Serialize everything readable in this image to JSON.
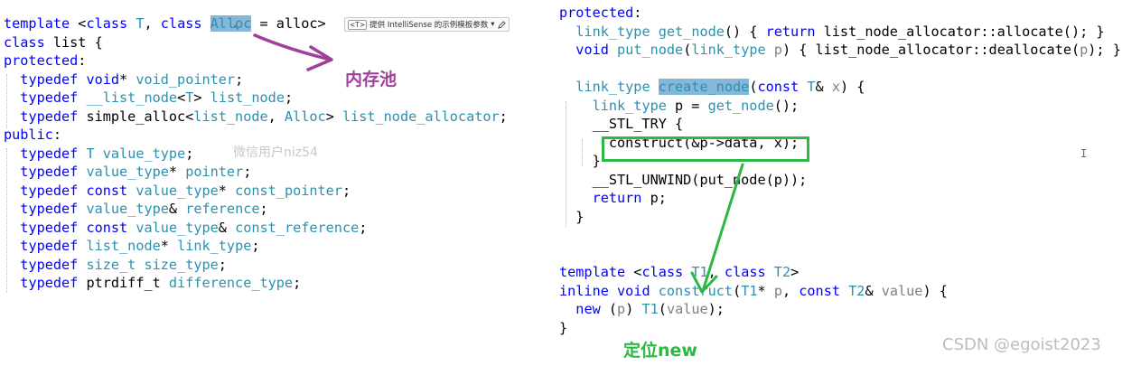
{
  "left_code": {
    "lines": [
      [
        {
          "t": "template",
          "c": "kw"
        },
        {
          "t": " <"
        },
        {
          "t": "class",
          "c": "kw"
        },
        {
          "t": " "
        },
        {
          "t": "T",
          "c": "ty"
        },
        {
          "t": ", "
        },
        {
          "t": "class",
          "c": "kw"
        },
        {
          "t": " "
        },
        {
          "t": "Alloc",
          "c": "ty hl"
        },
        {
          "t": " = alloc>"
        }
      ],
      [
        {
          "t": "class",
          "c": "kw"
        },
        {
          "t": " list {"
        }
      ],
      [
        {
          "t": "protected",
          "c": "kw"
        },
        {
          "t": ":"
        }
      ],
      [
        {
          "t": "  "
        },
        {
          "t": "typedef",
          "c": "kw"
        },
        {
          "t": " "
        },
        {
          "t": "void",
          "c": "kw"
        },
        {
          "t": "* "
        },
        {
          "t": "void_pointer",
          "c": "ty"
        },
        {
          "t": ";"
        }
      ],
      [
        {
          "t": "  "
        },
        {
          "t": "typedef",
          "c": "kw"
        },
        {
          "t": " "
        },
        {
          "t": "__list_node",
          "c": "ty"
        },
        {
          "t": "<"
        },
        {
          "t": "T",
          "c": "ty"
        },
        {
          "t": "> "
        },
        {
          "t": "list_node",
          "c": "ty"
        },
        {
          "t": ";"
        }
      ],
      [
        {
          "t": "  "
        },
        {
          "t": "typedef",
          "c": "kw"
        },
        {
          "t": " simple_alloc<"
        },
        {
          "t": "list_node",
          "c": "ty"
        },
        {
          "t": ", "
        },
        {
          "t": "Alloc",
          "c": "ty"
        },
        {
          "t": "> "
        },
        {
          "t": "list_node_allocator",
          "c": "ty"
        },
        {
          "t": ";"
        }
      ],
      [
        {
          "t": "public",
          "c": "kw"
        },
        {
          "t": ":"
        }
      ],
      [
        {
          "t": "  "
        },
        {
          "t": "typedef",
          "c": "kw"
        },
        {
          "t": " "
        },
        {
          "t": "T",
          "c": "ty"
        },
        {
          "t": " "
        },
        {
          "t": "value_type",
          "c": "ty"
        },
        {
          "t": ";"
        }
      ],
      [
        {
          "t": "  "
        },
        {
          "t": "typedef",
          "c": "kw"
        },
        {
          "t": " "
        },
        {
          "t": "value_type",
          "c": "ty"
        },
        {
          "t": "* "
        },
        {
          "t": "pointer",
          "c": "ty"
        },
        {
          "t": ";"
        }
      ],
      [
        {
          "t": "  "
        },
        {
          "t": "typedef",
          "c": "kw"
        },
        {
          "t": " "
        },
        {
          "t": "const",
          "c": "kw"
        },
        {
          "t": " "
        },
        {
          "t": "value_type",
          "c": "ty"
        },
        {
          "t": "* "
        },
        {
          "t": "const_pointer",
          "c": "ty"
        },
        {
          "t": ";"
        }
      ],
      [
        {
          "t": "  "
        },
        {
          "t": "typedef",
          "c": "kw"
        },
        {
          "t": " "
        },
        {
          "t": "value_type",
          "c": "ty"
        },
        {
          "t": "& "
        },
        {
          "t": "reference",
          "c": "ty"
        },
        {
          "t": ";"
        }
      ],
      [
        {
          "t": "  "
        },
        {
          "t": "typedef",
          "c": "kw"
        },
        {
          "t": " "
        },
        {
          "t": "const",
          "c": "kw"
        },
        {
          "t": " "
        },
        {
          "t": "value_type",
          "c": "ty"
        },
        {
          "t": "& "
        },
        {
          "t": "const_reference",
          "c": "ty"
        },
        {
          "t": ";"
        }
      ],
      [
        {
          "t": "  "
        },
        {
          "t": "typedef",
          "c": "kw"
        },
        {
          "t": " "
        },
        {
          "t": "list_node",
          "c": "ty"
        },
        {
          "t": "* "
        },
        {
          "t": "link_type",
          "c": "ty"
        },
        {
          "t": ";"
        }
      ],
      [
        {
          "t": "  "
        },
        {
          "t": "typedef",
          "c": "kw"
        },
        {
          "t": " "
        },
        {
          "t": "size_t",
          "c": "ty"
        },
        {
          "t": " "
        },
        {
          "t": "size_type",
          "c": "ty"
        },
        {
          "t": ";"
        }
      ],
      [
        {
          "t": "  "
        },
        {
          "t": "typedef",
          "c": "kw"
        },
        {
          "t": " ptrdiff_t "
        },
        {
          "t": "difference_type",
          "c": "ty"
        },
        {
          "t": ";"
        }
      ]
    ]
  },
  "right_code": {
    "lines": [
      [
        {
          "t": "protected",
          "c": "kw"
        },
        {
          "t": ":"
        }
      ],
      [
        {
          "t": "  "
        },
        {
          "t": "link_type",
          "c": "ty"
        },
        {
          "t": " "
        },
        {
          "t": "get_node",
          "c": "ty"
        },
        {
          "t": "() { "
        },
        {
          "t": "return",
          "c": "kw"
        },
        {
          "t": " list_node_allocator::allocate(); }"
        }
      ],
      [
        {
          "t": "  "
        },
        {
          "t": "void",
          "c": "kw"
        },
        {
          "t": " "
        },
        {
          "t": "put_node",
          "c": "ty"
        },
        {
          "t": "("
        },
        {
          "t": "link_type",
          "c": "ty"
        },
        {
          "t": " "
        },
        {
          "t": "p",
          "c": "pn"
        },
        {
          "t": ") { list_node_allocator::deallocate("
        },
        {
          "t": "p",
          "c": "pn"
        },
        {
          "t": "); }"
        }
      ],
      [
        {
          "t": ""
        }
      ],
      [
        {
          "t": "  "
        },
        {
          "t": "link_type",
          "c": "ty"
        },
        {
          "t": " "
        },
        {
          "t": "create_node",
          "c": "ty hl"
        },
        {
          "t": "("
        },
        {
          "t": "const",
          "c": "kw"
        },
        {
          "t": " "
        },
        {
          "t": "T",
          "c": "ty"
        },
        {
          "t": "& "
        },
        {
          "t": "x",
          "c": "pn"
        },
        {
          "t": ") {"
        }
      ],
      [
        {
          "t": "    "
        },
        {
          "t": "link_type",
          "c": "ty"
        },
        {
          "t": " p = "
        },
        {
          "t": "get_node",
          "c": "ty"
        },
        {
          "t": "();"
        }
      ],
      [
        {
          "t": "    __STL_TRY {"
        }
      ],
      [
        {
          "t": "      construct(&p->data, x);"
        }
      ],
      [
        {
          "t": "    }"
        }
      ],
      [
        {
          "t": "    __STL_UNWIND(put_node(p));"
        }
      ],
      [
        {
          "t": "    "
        },
        {
          "t": "return",
          "c": "kw"
        },
        {
          "t": " p;"
        }
      ],
      [
        {
          "t": "  }"
        }
      ],
      [
        {
          "t": ""
        }
      ],
      [
        {
          "t": ""
        }
      ],
      [
        {
          "t": "template",
          "c": "kw"
        },
        {
          "t": " <"
        },
        {
          "t": "class",
          "c": "kw"
        },
        {
          "t": " "
        },
        {
          "t": "T1",
          "c": "ty"
        },
        {
          "t": ", "
        },
        {
          "t": "class",
          "c": "kw"
        },
        {
          "t": " "
        },
        {
          "t": "T2",
          "c": "ty"
        },
        {
          "t": ">"
        }
      ],
      [
        {
          "t": "inline",
          "c": "kw"
        },
        {
          "t": " "
        },
        {
          "t": "void",
          "c": "kw"
        },
        {
          "t": " "
        },
        {
          "t": "construct",
          "c": "ty"
        },
        {
          "t": "("
        },
        {
          "t": "T1",
          "c": "ty"
        },
        {
          "t": "* "
        },
        {
          "t": "p",
          "c": "pn"
        },
        {
          "t": ", "
        },
        {
          "t": "const",
          "c": "kw"
        },
        {
          "t": " "
        },
        {
          "t": "T2",
          "c": "ty"
        },
        {
          "t": "& "
        },
        {
          "t": "value",
          "c": "pn"
        },
        {
          "t": ") {"
        }
      ],
      [
        {
          "t": "  "
        },
        {
          "t": "new",
          "c": "kw"
        },
        {
          "t": " ("
        },
        {
          "t": "p",
          "c": "pn"
        },
        {
          "t": ") "
        },
        {
          "t": "T1",
          "c": "ty"
        },
        {
          "t": "("
        },
        {
          "t": "value",
          "c": "pn"
        },
        {
          "t": ");"
        }
      ],
      [
        {
          "t": "}"
        }
      ]
    ]
  },
  "intellisense_tooltip": {
    "badge": "<T>",
    "text": "提供 IntelliSense 的示例模板参数",
    "dropdown": "▾",
    "edit_icon": "pencil-icon"
  },
  "annotations": {
    "memory_pool": {
      "text": "内存池",
      "color": "#a0409c"
    },
    "placement_new": {
      "text": "定位new",
      "color": "#2db843"
    }
  },
  "watermarks": {
    "wechat_user": "微信用户niz54",
    "csdn": "CSDN @egoist2023"
  },
  "colors": {
    "keyword": "#0000ff",
    "type": "#2b91af",
    "param": "#808080",
    "selection": "#86b7d9",
    "annotation_purple": "#a0409c",
    "annotation_green": "#2db843"
  }
}
